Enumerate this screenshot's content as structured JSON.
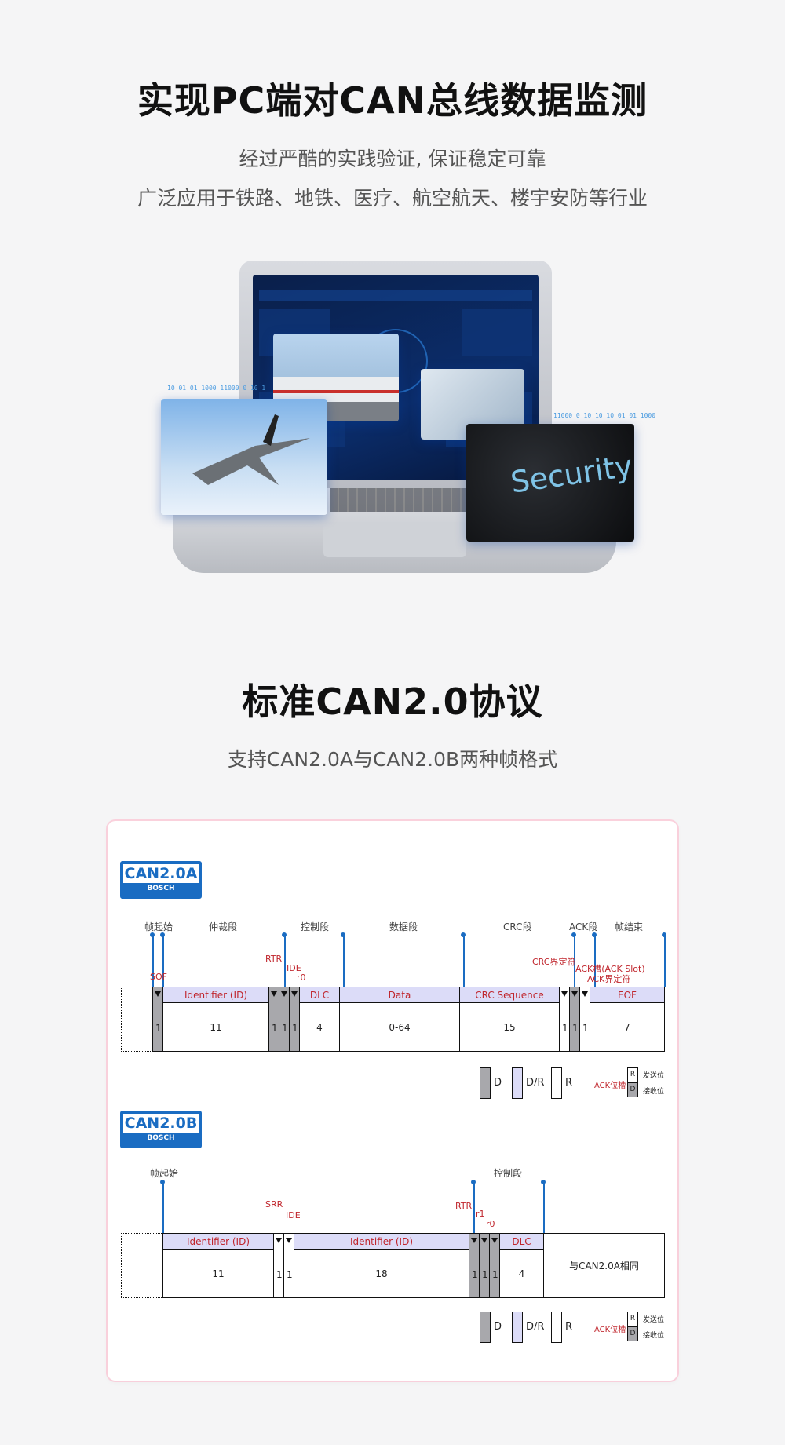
{
  "hero": {
    "title": "实现PC端对CAN总线数据监测",
    "line1": "经过严酷的实践验证, 保证稳定可靠",
    "line2": "广泛应用于铁路、地铁、医疗、航空航天、楼宇安防等行业",
    "security_text": "Security",
    "binary_1": "10 01 01 1000 11000 0 10 1",
    "binary_2": "11000 0 10 10 10 01 01 1000"
  },
  "section2": {
    "title": "标准CAN2.0协议",
    "subtitle": "支持CAN2.0A与CAN2.0B两种帧格式"
  },
  "can_a": {
    "badge": "CAN2.0A",
    "brand": "BOSCH",
    "segments": [
      "帧起始",
      "仲裁段",
      "控制段",
      "数据段",
      "CRC段",
      "ACK段",
      "帧结束"
    ],
    "fields": {
      "sof": "SOF",
      "rtr": "RTR",
      "ide": "IDE",
      "r0": "r0",
      "crc_delim": "CRC界定符",
      "ack_slot": "ACK槽(ACK Slot)",
      "ack_delim": "ACK界定符"
    },
    "cells": [
      {
        "name": "",
        "bits": "1"
      },
      {
        "name": "Identifier (ID)",
        "bits": "11"
      },
      {
        "name": "",
        "bits": "1"
      },
      {
        "name": "",
        "bits": "1"
      },
      {
        "name": "",
        "bits": "1"
      },
      {
        "name": "DLC",
        "bits": "4"
      },
      {
        "name": "Data",
        "bits": "0-64"
      },
      {
        "name": "CRC Sequence",
        "bits": "15"
      },
      {
        "name": "",
        "bits": "1"
      },
      {
        "name": "",
        "bits": "1"
      },
      {
        "name": "",
        "bits": "1"
      },
      {
        "name": "EOF",
        "bits": "7"
      }
    ]
  },
  "can_b": {
    "badge": "CAN2.0B",
    "brand": "BOSCH",
    "segments": [
      "帧起始",
      "控制段"
    ],
    "fields": {
      "srr": "SRR",
      "ide": "IDE",
      "rtr": "RTR",
      "r1": "r1",
      "r0": "r0"
    },
    "cells": [
      {
        "name": "Identifier (ID)",
        "bits": "11"
      },
      {
        "name": "",
        "bits": "1"
      },
      {
        "name": "",
        "bits": "1"
      },
      {
        "name": "Identifier (ID)",
        "bits": "18"
      },
      {
        "name": "",
        "bits": "1"
      },
      {
        "name": "",
        "bits": "1"
      },
      {
        "name": "",
        "bits": "1"
      },
      {
        "name": "DLC",
        "bits": "4"
      }
    ],
    "same_as": "与CAN2.0A相同"
  },
  "legend": {
    "d": "D",
    "dr": "D/R",
    "r": "R",
    "ack_bits": "ACK位槽",
    "r_letter": "R",
    "d_letter": "D",
    "send": "发送位",
    "recv": "接收位"
  },
  "colors": {
    "accent": "#1a6cc2",
    "field_red": "#c0262d",
    "purple": "#dcdcf8",
    "gray": "#a8a8ac"
  }
}
